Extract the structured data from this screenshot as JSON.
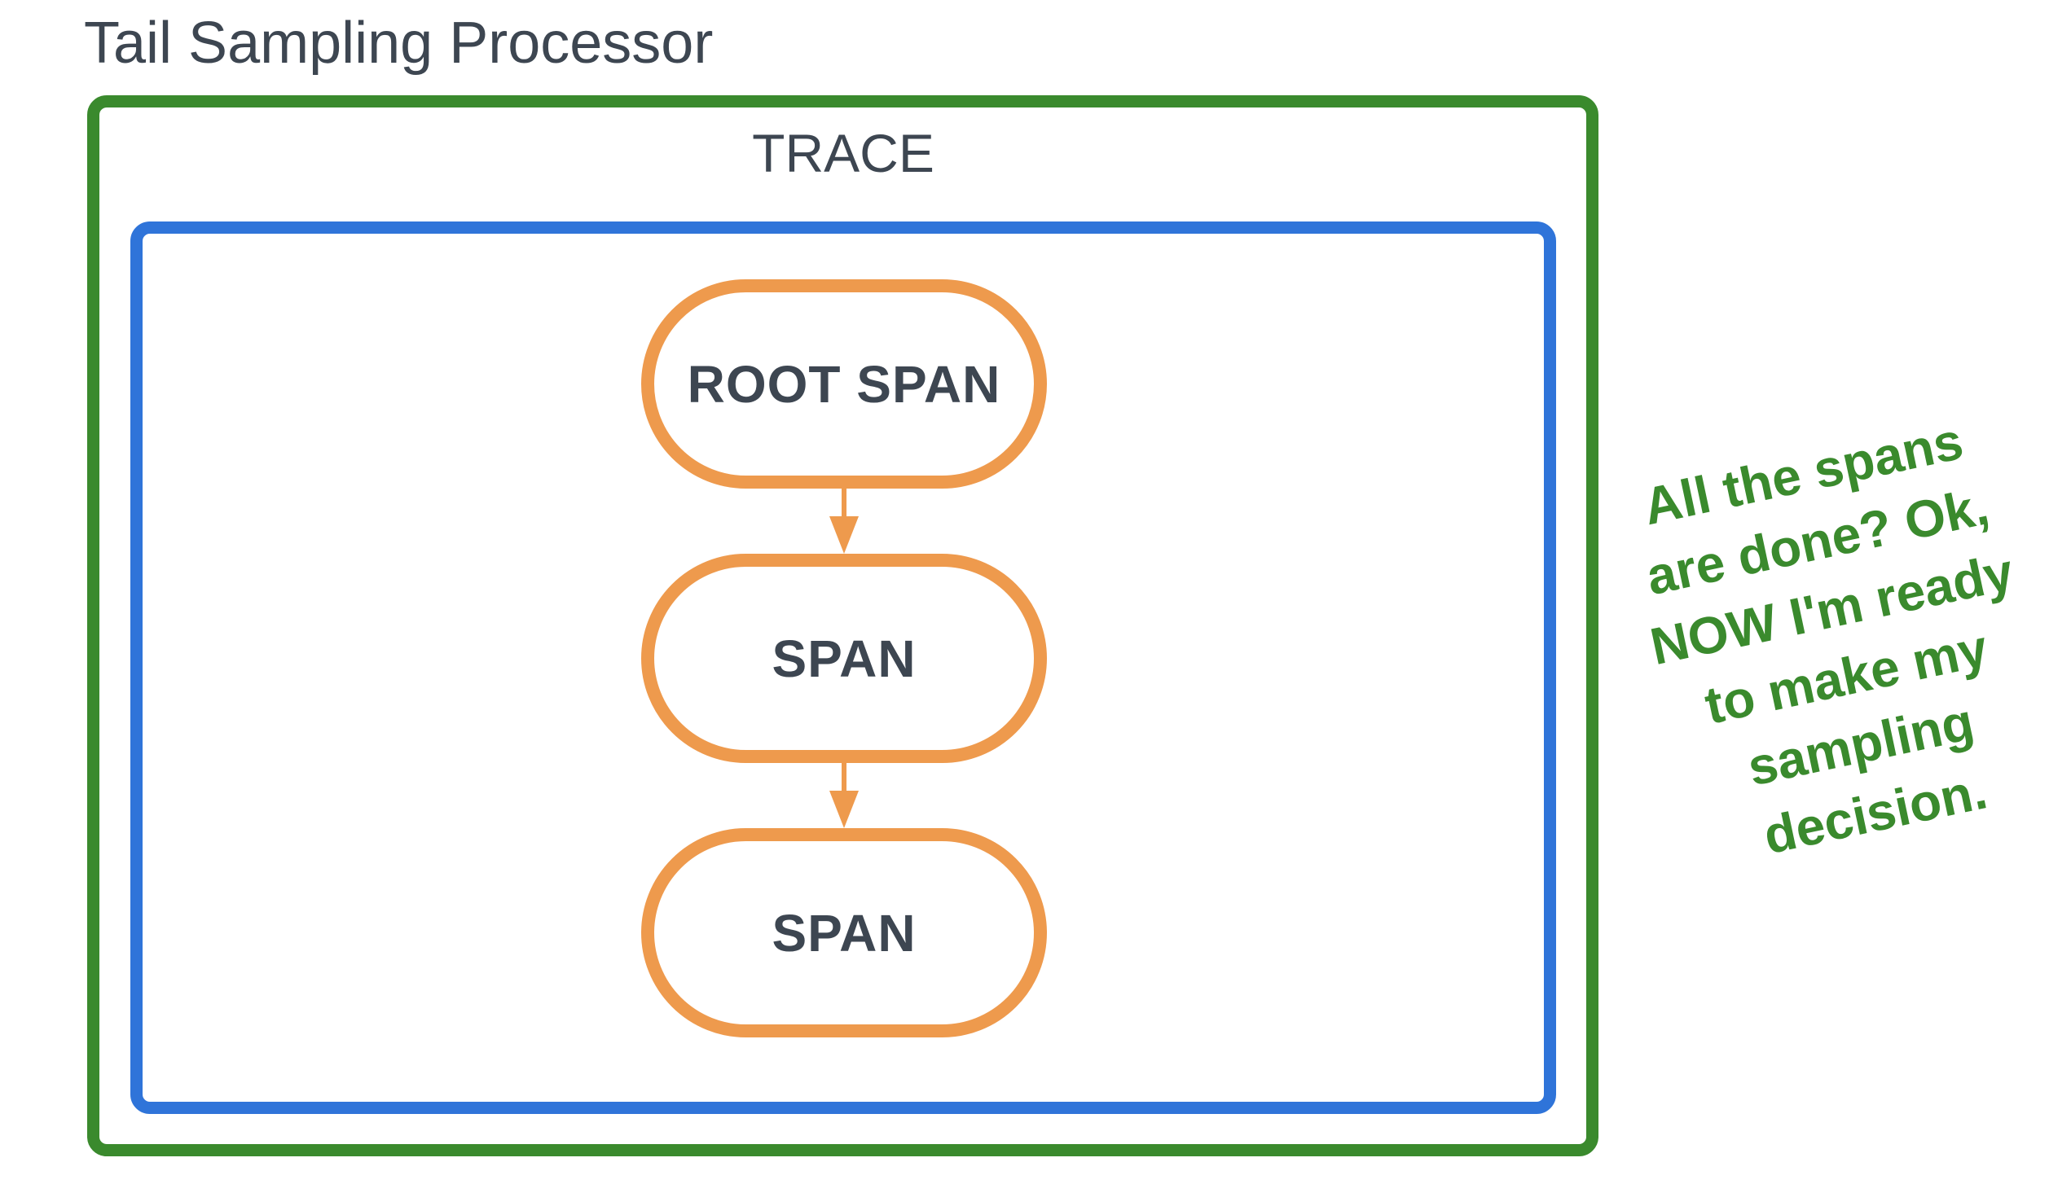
{
  "title": "Tail Sampling Processor",
  "diagram": {
    "trace_label": "TRACE",
    "nodes": [
      {
        "label": "ROOT SPAN"
      },
      {
        "label": "SPAN"
      },
      {
        "label": "SPAN"
      }
    ],
    "annotation": "All the spans\nare done? Ok,\nNOW I'm ready\nto make my\nsampling\ndecision.",
    "colors": {
      "outer_box_green": "#3a8a2d",
      "trace_box_blue": "#2f74d9",
      "span_node_orange": "#ee9a4d",
      "label_text_slate": "#3d4651",
      "annotation_green": "#3a8a2d"
    }
  }
}
